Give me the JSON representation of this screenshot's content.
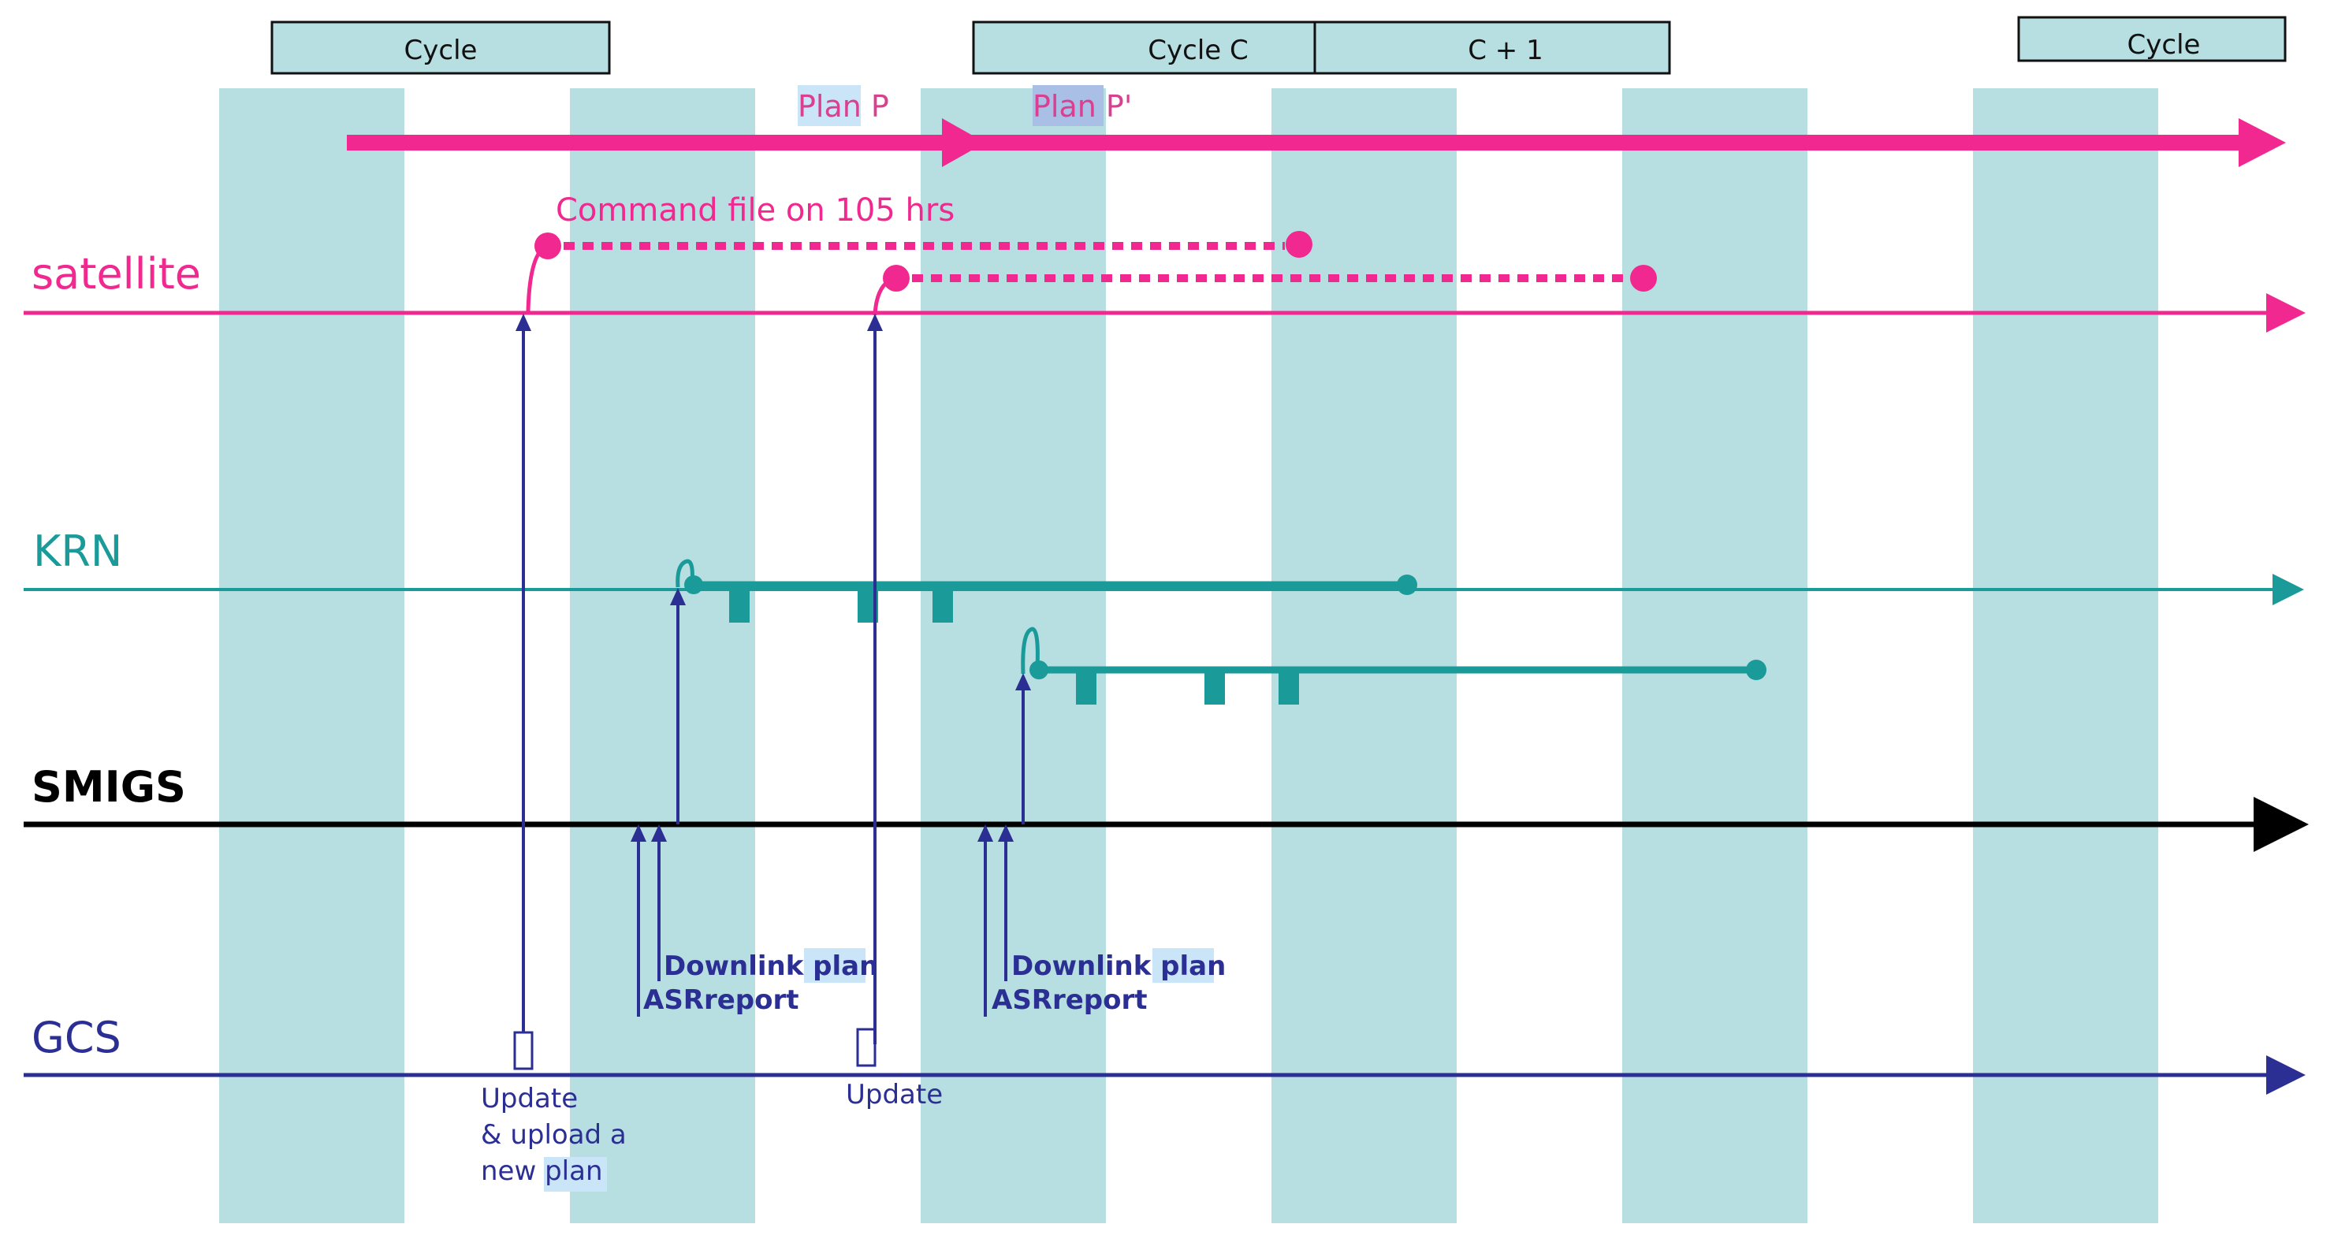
{
  "cycles": {
    "cycle_left": "Cycle",
    "cycle_c": "Cycle C",
    "cycle_c_plus_1": "C + 1",
    "cycle_right": "Cycle"
  },
  "plans": {
    "plan_p": "Plan P",
    "plan_p_prime": "Plan P'",
    "command_file": "Command file on 105 hrs"
  },
  "lanes": {
    "satellite": "satellite",
    "krn": "KRN",
    "smigs": "SMIGS",
    "gcs": "GCS"
  },
  "annotations": {
    "update_upload_line1": "Update",
    "update_upload_line2": "& upload a",
    "update_upload_line3_a": "new ",
    "update_upload_line3_b": "plan",
    "update_2": "Update",
    "downlink_1_a": "Downlink ",
    "downlink_1_b": "plan",
    "asr_1": "ASRreport",
    "downlink_2_a": "Downlink ",
    "downlink_2_b": "plan",
    "asr_2": "ASRreport"
  },
  "colors": {
    "band": "#b7dfe1",
    "satellite": "#f0288f",
    "krn": "#1a9a98",
    "smigs": "#000000",
    "gcs": "#2b2f94",
    "highlight": "#c9e5f7"
  }
}
